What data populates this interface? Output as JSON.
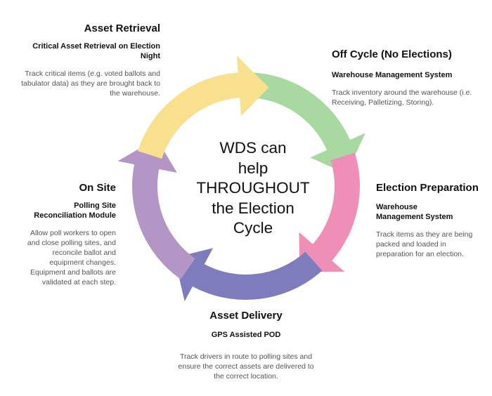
{
  "colors": {
    "yellow": "#f8e08e",
    "green": "#a8d9a0",
    "pink": "#ef8fb7",
    "blue": "#7f7cbe",
    "purple": "#b496c6"
  },
  "center": {
    "lines": [
      "WDS can",
      "help",
      "THROUGHOUT",
      "the Election",
      "Cycle"
    ]
  },
  "stages": {
    "asset_retrieval": {
      "title": "Asset Retrieval",
      "subtitle": "Critical Asset Retrieval on Election Night",
      "description": "Track critical items (e.g. voted ballots and tabulator data) as they are brought  back to the warehouse."
    },
    "off_cycle": {
      "title": "Off Cycle (No Elections)",
      "subtitle": "Warehouse Management System",
      "description": "Track inventory around the warehouse (i.e. Receiving, Palletizing, Storing)."
    },
    "election_preparation": {
      "title": "Election Preparation",
      "subtitle": "Warehouse Management System",
      "description": "Track items as they are being packed and loaded in preparation for an election."
    },
    "asset_delivery": {
      "title": "Asset Delivery",
      "subtitle": "GPS Assisted POD",
      "description": "Track drivers in route to polling sites and ensure the correct assets are delivered to the correct location."
    },
    "on_site": {
      "title": "On Site",
      "subtitle": "Polling Site Reconciliation Module",
      "description": "Allow poll workers to open and close polling sites, and reconcile ballot and equipment changes. Equipment and ballots are validated at each step."
    }
  }
}
